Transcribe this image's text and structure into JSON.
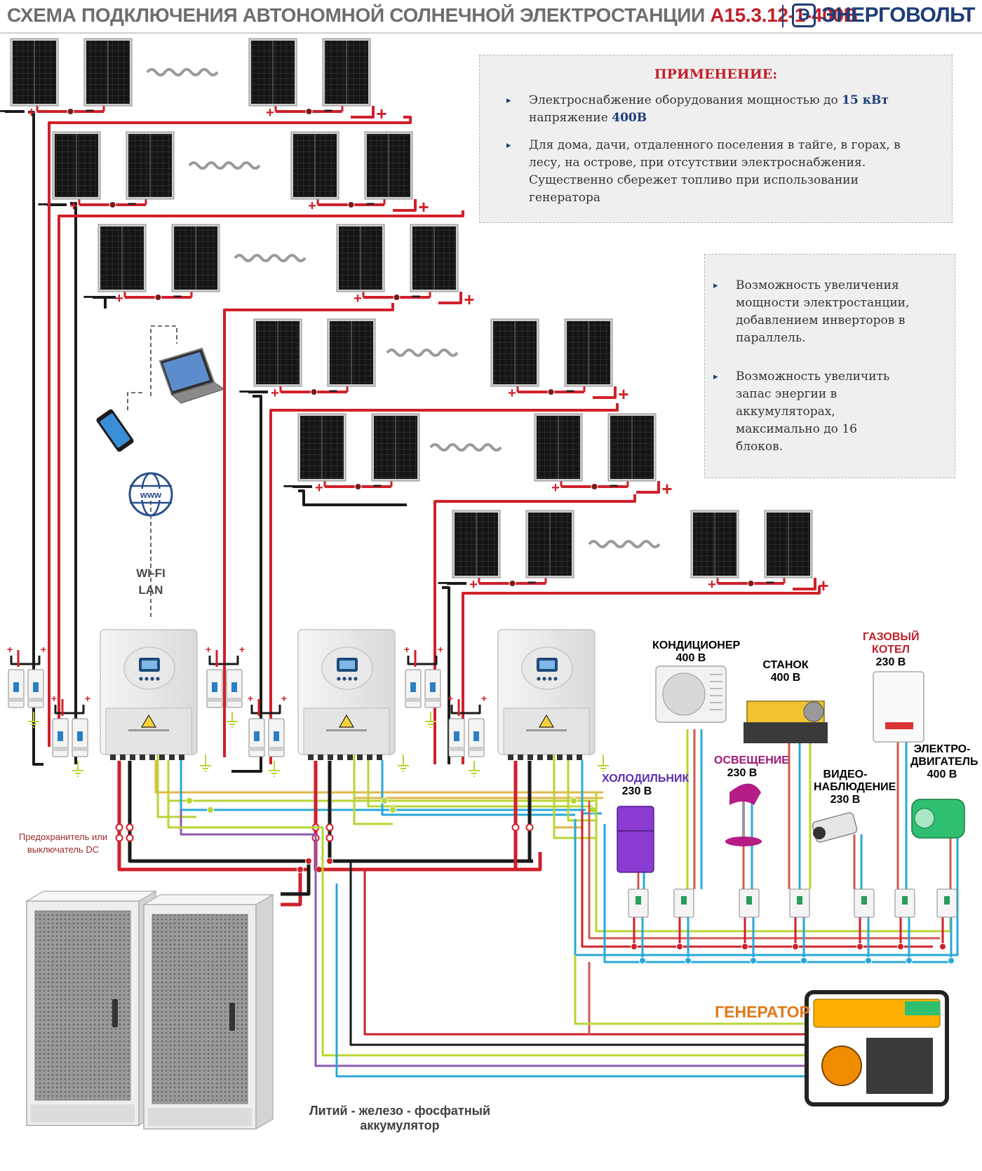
{
  "header": {
    "title": "СХЕМА ПОДКЛЮЧЕНИЯ АВТОНОМНОЙ СОЛНЕЧНОЙ ЭЛЕКТРОСТАНЦИИ",
    "model": "А15.3.12-1-400В",
    "brand": "ЭНЕРГОВОЛЬТ",
    "brand_icon": "e-logo-icon"
  },
  "application": {
    "heading": "ПРИМЕНЕНИЕ:",
    "item1_text_a": "Электроснабжение оборудования мощностью до",
    "item1_power": "15 кВт",
    "item1_text_b": "напряжение",
    "item1_voltage": "400В",
    "item2_lines": [
      "Для дома, дачи, отдаленного поселения в тайге, в горах, в",
      "лесу, на острове, при отсутствии электроснабжения.",
      "Существенно сбережет топливо при использовании",
      "генератора"
    ]
  },
  "features": {
    "item1_lines": [
      "Возможность увеличения",
      "мощности электростанции,",
      "добавлением инверторов в",
      "параллель."
    ],
    "item2_lines": [
      "Возможность увеличить",
      "запас энергии в",
      "аккумуляторах,",
      "максимально до 16",
      "блоков."
    ]
  },
  "network": {
    "line1": "WI-FI",
    "line2": "LAN"
  },
  "polarity": {
    "plus": "+",
    "minus": "−"
  },
  "loads": {
    "ac": {
      "name": "КОНДИЦИОНЕР",
      "voltage": "400 В"
    },
    "machine": {
      "name": "СТАНОК",
      "voltage": "400 В"
    },
    "boiler": {
      "name1": "ГАЗОВЫЙ",
      "name2": "КОТЕЛ",
      "voltage": "230 В"
    },
    "fridge": {
      "name": "ХОЛОДИЛЬНИК",
      "voltage": "230 В"
    },
    "lighting": {
      "name": "ОСВЕЩЕНИЕ",
      "voltage": "230 В"
    },
    "cctv": {
      "name1": "ВИДЕО-",
      "name2": "НАБЛЮДЕНИЕ",
      "voltage": "230 В"
    },
    "motor": {
      "name1": "ЭЛЕКТРО-",
      "name2": "ДВИГАТЕЛЬ",
      "voltage": "400 В"
    }
  },
  "fuse_label": {
    "line1": "Предохранитель или",
    "line2": "выключатель DC"
  },
  "generator_label": "ГЕНЕРАТОР",
  "battery_label": {
    "line1": "Литий - железо - фосфатный",
    "line2": "аккумулятор"
  },
  "colors": {
    "dc_positive": "#d0202b",
    "dc_negative": "#1a1a1a",
    "ac_l1": "#e0b84a",
    "ac_l2": "#b7d632",
    "ac_l3": "#cf5a52",
    "neutral": "#29a8d8",
    "ground": "#b7d632",
    "generator_line": "#8e5ab0",
    "accent": "#1e3d78",
    "title_red": "#c0202b"
  }
}
